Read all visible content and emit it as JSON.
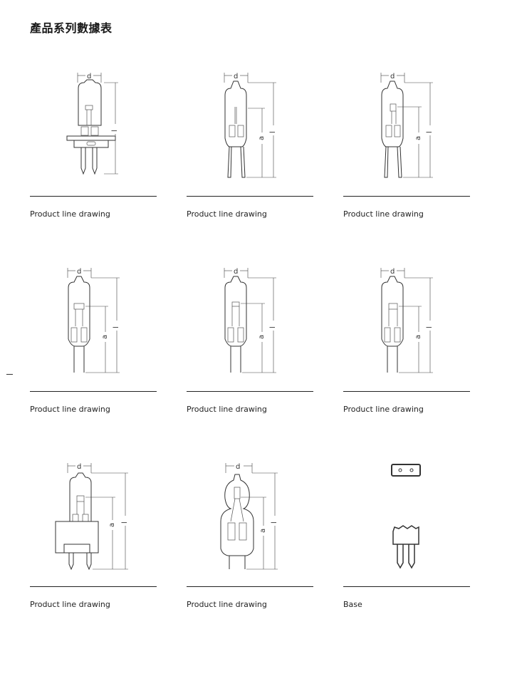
{
  "page": {
    "title": "產品系列數據表"
  },
  "drawings": [
    {
      "caption": "Product line drawing",
      "kind": "flange",
      "dim_labels": [
        "d",
        "l"
      ]
    },
    {
      "caption": "Product line drawing",
      "kind": "pinched-small",
      "dim_labels": [
        "d",
        "a",
        "l"
      ]
    },
    {
      "caption": "Product line drawing",
      "kind": "pinched-small",
      "dim_labels": [
        "d",
        "a",
        "l"
      ]
    },
    {
      "caption": "Product line drawing",
      "kind": "capsule",
      "dim_labels": [
        "d",
        "a",
        "l"
      ]
    },
    {
      "caption": "Product line drawing",
      "kind": "capsule",
      "dim_labels": [
        "d",
        "a",
        "l"
      ]
    },
    {
      "caption": "Product line drawing",
      "kind": "capsule",
      "dim_labels": [
        "d",
        "a",
        "l"
      ]
    },
    {
      "caption": "Product line drawing",
      "kind": "large-base",
      "dim_labels": [
        "d",
        "a",
        "l"
      ]
    },
    {
      "caption": "Product line drawing",
      "kind": "bulb",
      "dim_labels": [
        "d",
        "a",
        "l"
      ]
    },
    {
      "caption": "Base",
      "kind": "base",
      "dim_labels": []
    }
  ]
}
